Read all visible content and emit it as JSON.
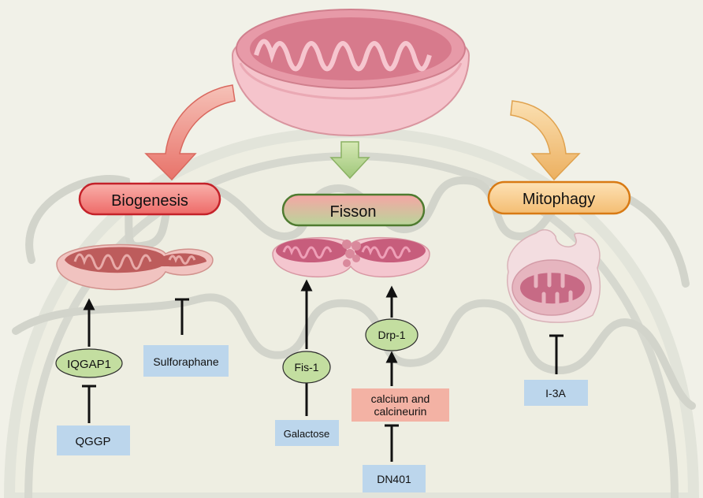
{
  "processes": {
    "biogenesis": "Biogenesis",
    "fission": "Fisson",
    "mitophagy": "Mitophagy"
  },
  "biogenesis": {
    "activator": "IQGAP1",
    "activator_inhibitor": "QGGP",
    "inhibitor": "Sulforaphane"
  },
  "fission": {
    "fis1": "Fis-1",
    "fis1_inhibitor": "Galactose",
    "drp1": "Drp-1",
    "drp1_activator": "calcium and calcineurin",
    "drp1_activator_inhibitor": "DN401"
  },
  "mitophagy": {
    "inhibitor": "I-3A"
  },
  "colors": {
    "biogenesis": "#f08080",
    "fission_top": "#f4a8a8",
    "fission_bottom": "#b9d59a",
    "mitophagy": "#f7c98a",
    "drug_box": "#bcd6ec",
    "calcium_box": "#f3b2a4",
    "protein_ellipse": "#c3dea0"
  }
}
